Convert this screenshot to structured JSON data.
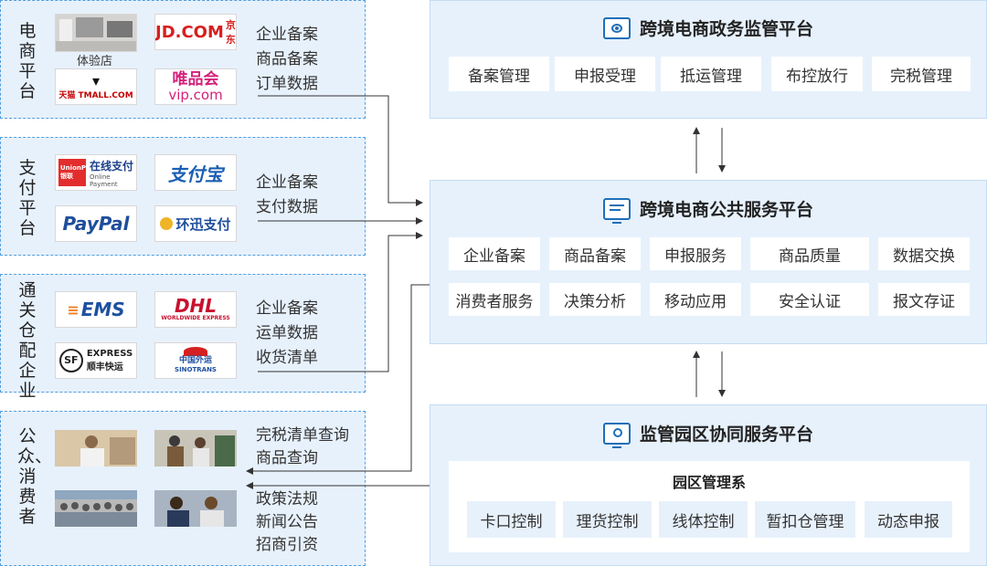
{
  "left": {
    "ecommerce": {
      "title": "电商平台",
      "logos": [
        {
          "name": "体验店"
        },
        {
          "name": "JD.COM",
          "sub": "京东"
        },
        {
          "name": "TMALL.COM",
          "sub": "天猫"
        },
        {
          "name": "唯品会",
          "sub": "vip.com"
        }
      ],
      "items": [
        "企业备案",
        "商品备案",
        "订单数据"
      ]
    },
    "payment": {
      "title": "支付平台",
      "logos": [
        {
          "name": "在线支付",
          "sub": "Online Payment",
          "brand": "UnionPay 银联"
        },
        {
          "name": "支付宝"
        },
        {
          "name": "PayPal"
        },
        {
          "name": "环迅支付"
        }
      ],
      "items": [
        "企业备案",
        "支付数据"
      ]
    },
    "logistics": {
      "title": "通关仓配企业",
      "logos": [
        {
          "name": "EMS"
        },
        {
          "name": "DHL",
          "sub": "WORLDWIDE EXPRESS"
        },
        {
          "name": "EXPRESS",
          "sub": "顺丰快运"
        },
        {
          "name": "中国外运",
          "sub": "SINOTRANS"
        }
      ],
      "items": [
        "企业备案",
        "运单数据",
        "收货清单"
      ]
    },
    "public": {
      "title": "公众、消费者",
      "items_top": [
        "完税清单查询",
        "商品查询"
      ],
      "items_bottom": [
        "政策法规",
        "新闻公告",
        "招商引资"
      ]
    }
  },
  "right": {
    "gov": {
      "title": "跨境电商政务监管平台",
      "buttons": [
        "备案管理",
        "申报受理",
        "抵运管理",
        "布控放行",
        "完税管理"
      ]
    },
    "public_service": {
      "title": "跨境电商公共服务平台",
      "row1": [
        "企业备案",
        "商品备案",
        "申报服务",
        "商品质量",
        "数据交换"
      ],
      "row2": [
        "消费者服务",
        "决策分析",
        "移动应用",
        "安全认证",
        "报文存证"
      ]
    },
    "park": {
      "title": "监管园区协同服务平台",
      "subtitle": "园区管理系",
      "buttons": [
        "卡口控制",
        "理货控制",
        "线体控制",
        "暂扣仓管理",
        "动态申报"
      ]
    }
  },
  "colors": {
    "panel_bg": "#e7f1fc",
    "border": "#4f9ee0",
    "icon": "#1e6fb8",
    "arrow": "#333333"
  }
}
